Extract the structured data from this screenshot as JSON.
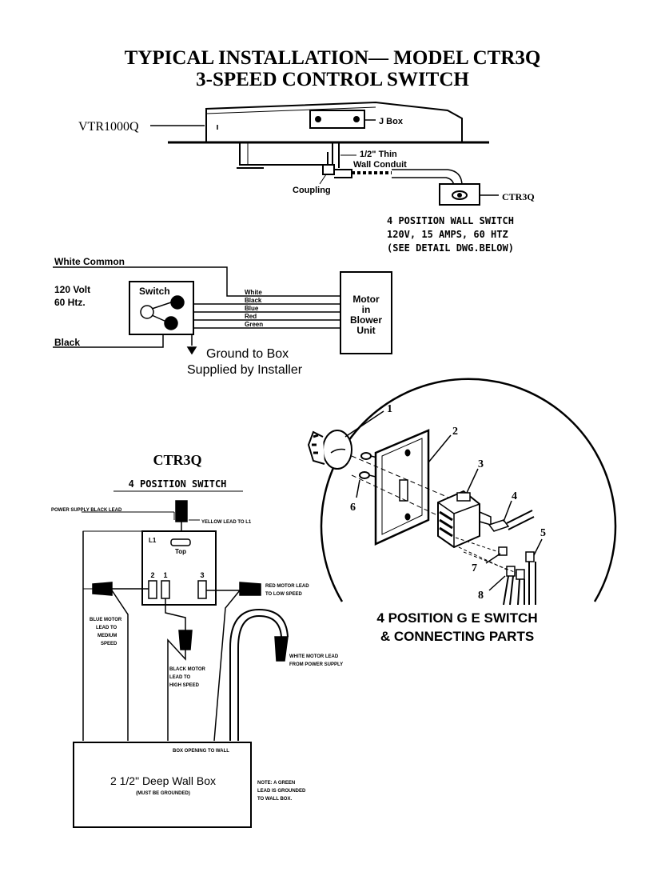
{
  "title": {
    "line1": "TYPICAL INSTALLATION— MODEL CTR3Q",
    "line2": "3-SPEED CONTROL SWITCH"
  },
  "top": {
    "vtr": "VTR1000Q",
    "jbox": "J Box",
    "conduit1": "1/2\" Thin",
    "conduit2": "Wall Conduit",
    "coupling": "Coupling",
    "ctr": "CTR3Q",
    "spec1": "4 POSITION WALL SWITCH",
    "spec2": "120V, 15 AMPS, 60 HTZ",
    "spec3": "(SEE DETAIL DWG.BELOW)"
  },
  "wiring": {
    "white_common": "White Common",
    "volt": "120 Volt",
    "hz": "60 Htz.",
    "switch": "Switch",
    "black": "Black",
    "wires": [
      "White",
      "Black",
      "Blue",
      "Red",
      "Green"
    ],
    "motor": [
      "Motor",
      "in",
      "Blower",
      "Unit"
    ],
    "ground1": "Ground to Box",
    "ground2": "Supplied by Installer"
  },
  "detail": {
    "title": "CTR3Q",
    "subtitle": "4 POSITION SWITCH",
    "power_lead": "POWER SUPPLY BLACK LEAD",
    "yellow_lead": "YELLOW LEAD TO L1",
    "l1": "L1",
    "top_label": "Top",
    "t2": "2",
    "t1": "1",
    "t3": "3",
    "red_lead1": "RED MOTOR LEAD",
    "red_lead2": "TO LOW SPEED",
    "blue_lead": [
      "BLUE MOTOR",
      "LEAD TO",
      "MEDIUM",
      "SPEED"
    ],
    "black_lead": [
      "BLACK MOTOR",
      "LEAD TO",
      "HIGH SPEED"
    ],
    "white_lead1": "WHITE MOTOR LEAD",
    "white_lead2": "FROM POWER SUPPLY",
    "box_opening": "BOX OPENING TO WALL",
    "box_title": "2 1/2\" Deep Wall Box",
    "box_sub": "(MUST BE GROUNDED)",
    "note": [
      "NOTE: A GREEN",
      "LEAD IS GROUNDED",
      "TO WALL BOX."
    ]
  },
  "parts": {
    "numbers": [
      "1",
      "2",
      "3",
      "4",
      "5",
      "6",
      "7",
      "8"
    ],
    "caption1": "4 POSITION G E SWITCH",
    "caption2": "& CONNECTING PARTS"
  }
}
